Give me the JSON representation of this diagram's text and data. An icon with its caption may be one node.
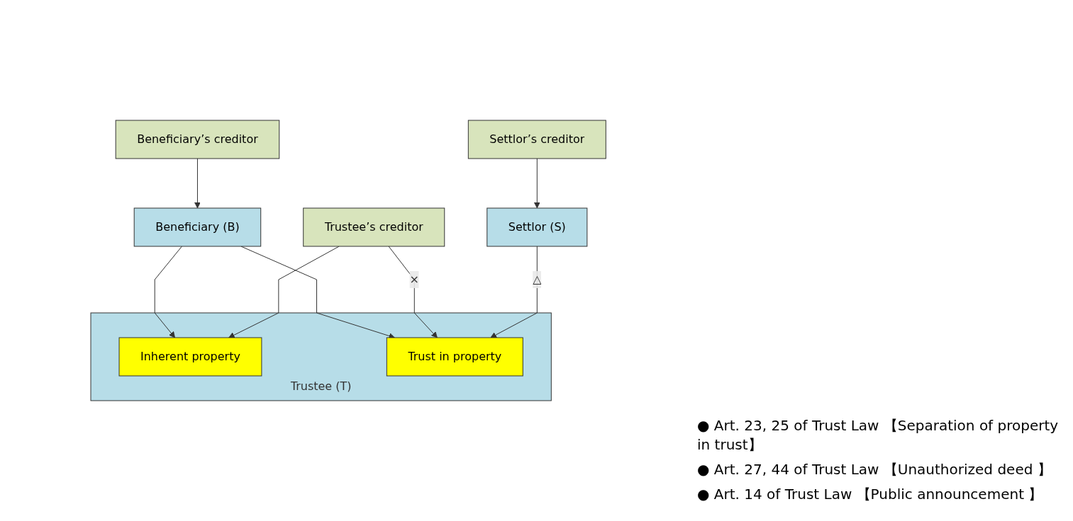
{
  "diagram": {
    "nodes": [
      {
        "text": [
          "Settlor’s creditor"
        ]
      },
      {
        "text": [
          "Settlor (S)"
        ]
      },
      {
        "text": [
          "Trustee’s creditor"
        ]
      },
      {
        "text": [
          "Beneficiary’s creditor"
        ]
      },
      {
        "text": [
          "Beneficiary (B)"
        ]
      },
      {
        "text": [
          "Trustee (T)"
        ]
      },
      {
        "text": [
          "Inherent property"
        ],
        "in": 5
      },
      {
        "text": [
          "Trust in property"
        ],
        "in": 5
      }
    ],
    "edges": [
      {
        "from": 0,
        "to": 1,
        "arrow": "to"
      },
      {
        "from": 1,
        "to": 7,
        "arrow": "to",
        "label": "△"
      },
      {
        "from": 2,
        "to": 6,
        "arrow": "to"
      },
      {
        "from": 2,
        "to": 7,
        "arrow": "to",
        "label": "×"
      },
      {
        "from": 3,
        "to": 4,
        "arrow": "to"
      },
      {
        "from": 4,
        "to": 7,
        "arrow": "to"
      },
      {
        "from": 4,
        "to": 6,
        "arrow": "to"
      }
    ],
    "labels": [
      "● Art. 23, 25 of Trust Law 【Separation of property in trust】",
      "● Art. 27, 44 of Trust Law 【Unauthorized deed 】",
      "● Art. 14 of Trust Law 【Public announcement 】"
    ]
  }
}
